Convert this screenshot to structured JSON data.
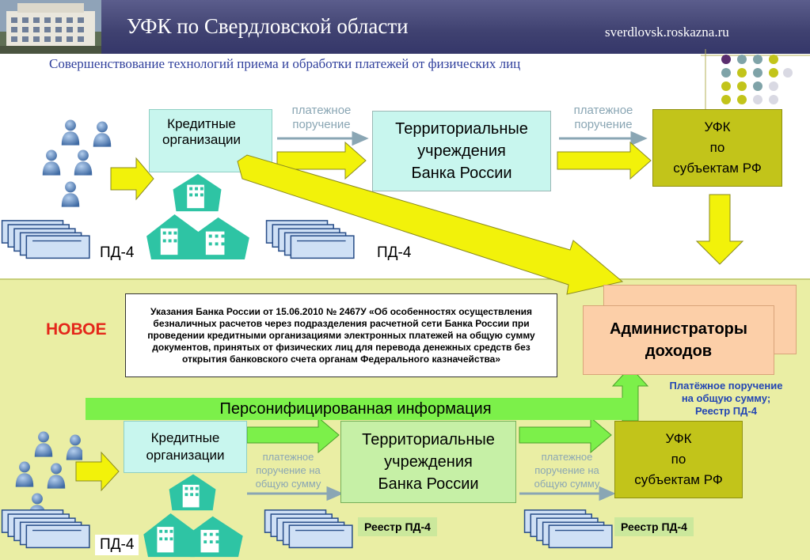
{
  "header": {
    "title": "УФК по Свердловской области",
    "url": "sverdlovsk.roskazna.ru"
  },
  "subtitle": "Совершенствование технологий приема и обработки платежей от физических лиц",
  "top": {
    "credit_orgs": "Кредитные\nорганизации",
    "bank_russia": "Территориальные\nучреждения\nБанка России",
    "ufk": "УФК\nпо\nсубъектам РФ",
    "payment_order_1": "платежное\nпоручение",
    "payment_order_2": "платежное\nпоручение",
    "pd4_left": "ПД-4",
    "pd4_mid": "ПД-4"
  },
  "bottom": {
    "new_label": "НОВОЕ",
    "decree": "Указания Банка России от 15.06.2010 № 2467У «Об особенностях осуществления безналичных расчетов через подразделения расчетной сети Банка России при проведении кредитными организациями электронных платежей на общую сумму документов, принятых от физических лиц для перевода денежных средств без открытия банковского счета органам Федерального казначейства»",
    "admins": "Администраторы\nдоходов",
    "personified": "Персонифицированная информация",
    "admin_note": "Платёжное поручение\nна общую сумму;\nРеестр ПД-4",
    "credit_orgs": "Кредитные\nорганизации",
    "bank_russia": "Территориальные\nучреждения\nБанка России",
    "ufk": "УФК\nпо\nсубъектам РФ",
    "payment_sum_1": "платежное\nпоручение на\nобщую сумму",
    "payment_sum_2": "платежное\nпоручение на\nобщую сумму",
    "reestr_1": "Реестр ПД-4",
    "reestr_2": "Реестр ПД-4",
    "pd4_left": "ПД-4"
  },
  "colors": {
    "header_bg": "#3f4170",
    "yellow_arrow": "#f2f20a",
    "green_arrow": "#7cf04a",
    "light_green_box": "#c6f0a6",
    "olive_box": "#c2c41a",
    "cyan_box": "#c8f6ee",
    "salmon_box": "#fccfa8",
    "new_label": "#e4271a",
    "note_text": "#2346b3"
  }
}
